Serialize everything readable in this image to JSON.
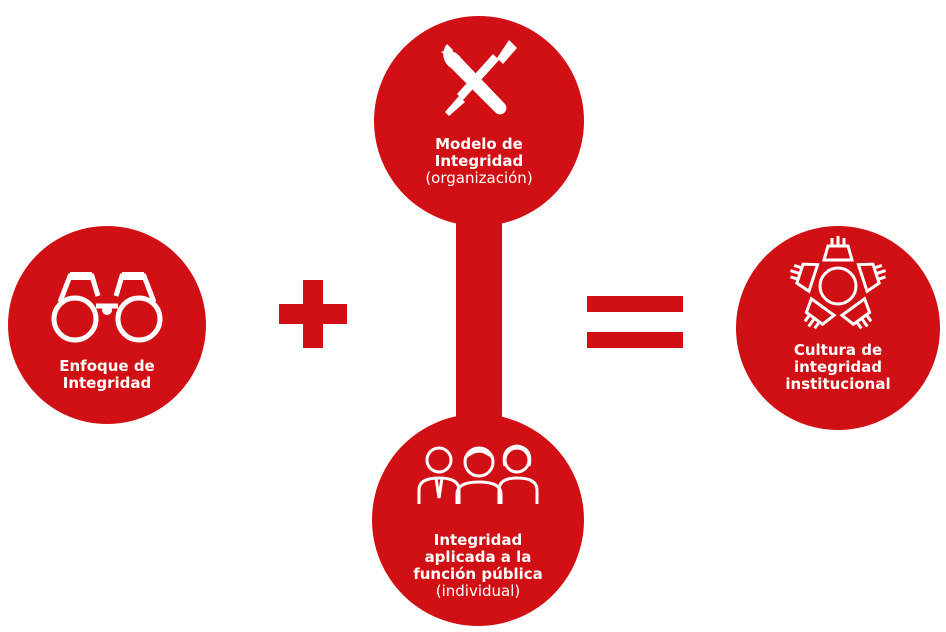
{
  "nodes": {
    "left": {
      "line1": "Enfoque de",
      "line2": "Integridad",
      "icon": "binoculars-icon"
    },
    "top": {
      "line1": "Modelo de",
      "line2": "Integridad",
      "line3": "(organización)",
      "icon": "wrench-screwdriver-icon"
    },
    "bottom": {
      "line1": "Integridad",
      "line2": "aplicada a la",
      "line3": "función pública",
      "line4": "(individual)",
      "icon": "people-icon"
    },
    "right": {
      "line1": "Cultura de",
      "line2": "integridad",
      "line3": "institucional",
      "icon": "joined-hands-icon"
    }
  },
  "operators": {
    "plus": "plus",
    "equals": "equals"
  },
  "colors": {
    "accent": "#d01014",
    "text": "#ffffff"
  }
}
